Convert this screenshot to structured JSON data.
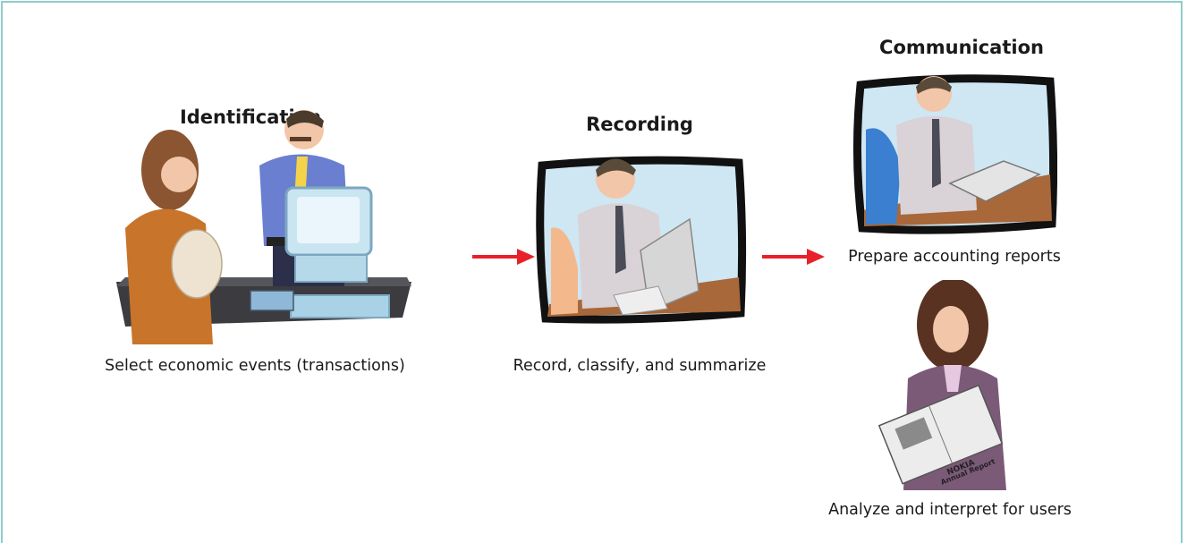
{
  "stages": {
    "identification": {
      "title": "Identification",
      "caption": "Select economic events (transactions)"
    },
    "recording": {
      "title": "Recording",
      "caption": "Record, classify, and summarize"
    },
    "communication": {
      "title": "Communication",
      "caption_reports": "Prepare accounting reports",
      "caption_users": "Analyze and interpret for users"
    }
  },
  "report_label": {
    "line1": "NOKIA",
    "line2": "Annual Report"
  },
  "colors": {
    "border": "#8fcdcb",
    "arrow": "#e8202a",
    "screen_bg": "#cfe6f3",
    "shirt": "#d9d2d6",
    "skin": "#f2c6a8"
  }
}
